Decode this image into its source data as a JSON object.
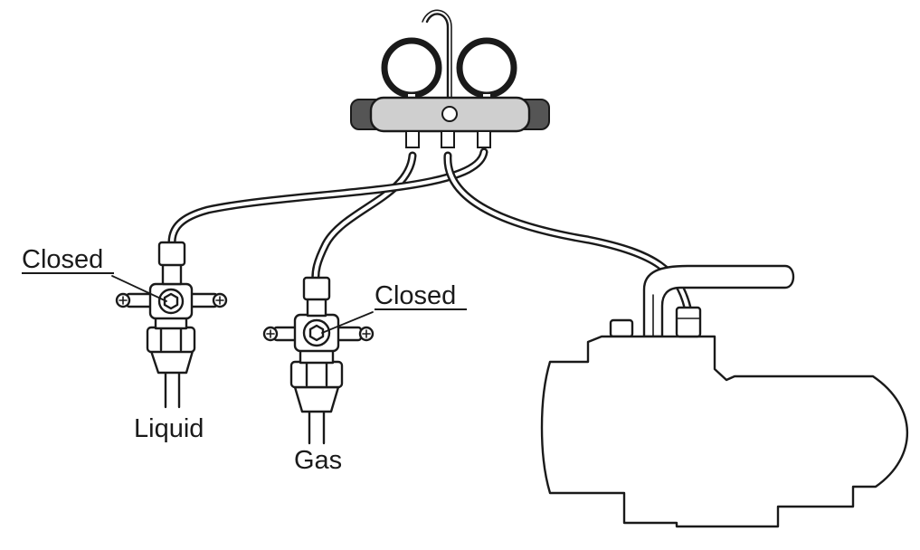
{
  "labels": {
    "liquid_valve_state": "Closed",
    "gas_valve_state": "Closed",
    "liquid": "Liquid",
    "gas": "Gas"
  },
  "colors": {
    "manifold_body": "#cfcfcf",
    "manifold_knobs": "#555555",
    "lines": "#1a1a1a",
    "background": "#ffffff"
  },
  "components": [
    "gauge-manifold",
    "low-pressure-gauge",
    "high-pressure-gauge",
    "liquid-service-valve",
    "gas-service-valve",
    "vacuum-pump",
    "charging-hoses"
  ]
}
